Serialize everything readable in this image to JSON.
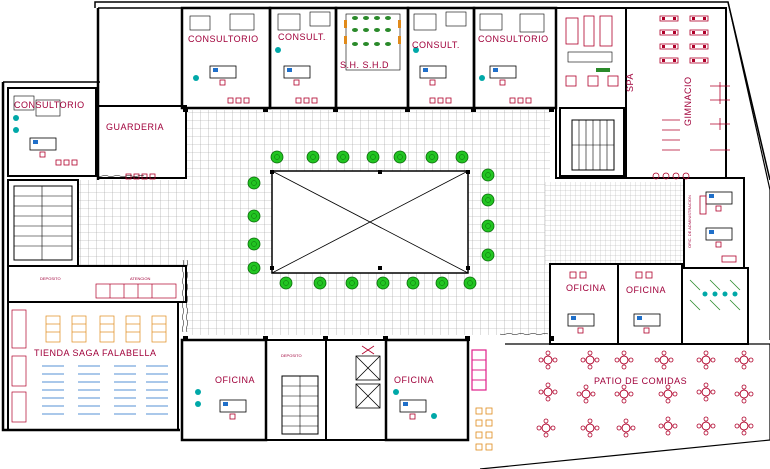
{
  "colors": {
    "wall": "#000000",
    "thin_line": "#444444",
    "label": "#a0003a",
    "tree": "#22c522",
    "tree_stroke": "#0a6a0a",
    "furniture_red": "#b0002a",
    "furniture_blue": "#1f6fc9",
    "furniture_cyan": "#00a8a8",
    "furniture_green": "#2a8a2a",
    "magenta": "#e0208a",
    "orange": "#e08a1a",
    "floor_grid": "#9a9a9a",
    "background": "#ffffff"
  },
  "rooms": {
    "consultorio_left": "CONSULTORIO",
    "consultorio_1": "CONSULTORIO",
    "consult_2": "CONSULT.",
    "sshh": "S.H. S.H.D",
    "consult_3": "CONSULT.",
    "consultorio_4": "CONSULTORIO",
    "spa": "SPA",
    "gimnasio": "GIMNACIO",
    "guarderia": "GUARDERIA",
    "deposito_left": "DEPOSITO",
    "atencion": "ATENCION",
    "tienda": "TIENDA SAGA FALABELLA",
    "oficina_bottom_1": "OFICINA",
    "deposito_mid": "DEPOSITO",
    "oficina_bottom_2": "OFICINA",
    "oficina_right_1": "OFICINA",
    "oficina_right_2": "OFICINA",
    "patio": "PATIO DE COMIDAS",
    "oficina_vertical": "OFIC. DE ADMINISTRACION"
  },
  "icons": {
    "trees": "tree-icon",
    "tables": "dining-table-icon",
    "stair": "stair-icon",
    "elevator": "elevator-icon",
    "desk": "desk-icon"
  }
}
